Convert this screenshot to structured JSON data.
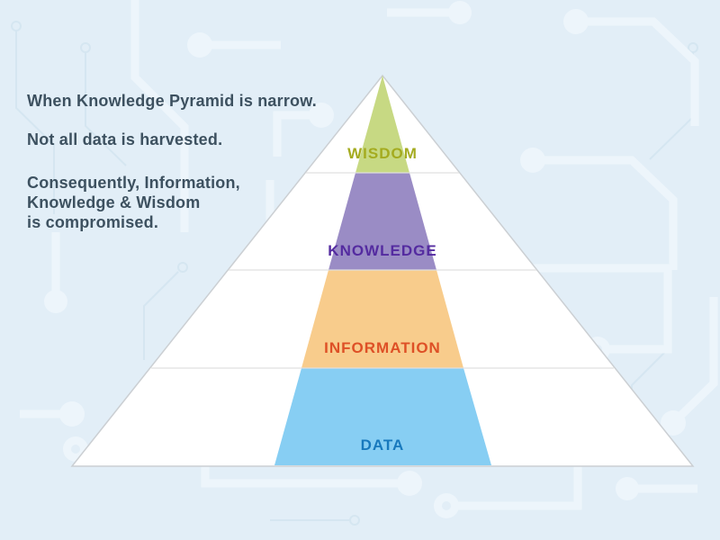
{
  "background": {
    "base_color": "#e2eef7",
    "trace_color": "#edf5fb",
    "trace_thin_color": "#d5e6f1"
  },
  "annotation": {
    "text_color": "#3d5160",
    "paragraphs": [
      "When Knowledge Pyramid is narrow.",
      "Not all data is harvested.",
      "Consequently, Information,\nKnowledge & Wisdom\nis compromised."
    ]
  },
  "pyramid": {
    "outline_fill": "#ffffff",
    "outline_stroke": "#cbcfd3",
    "divider_color": "#e0e0e0",
    "levels": [
      {
        "label": "WISDOM",
        "band_color": "#c7d983",
        "label_color": "#a4ab1f"
      },
      {
        "label": "KNOWLEDGE",
        "band_color": "#9a8cc5",
        "label_color": "#542ba0"
      },
      {
        "label": "INFORMATION",
        "band_color": "#f8cc8c",
        "label_color": "#de5026"
      },
      {
        "label": "DATA",
        "band_color": "#87cef3",
        "label_color": "#1879bd"
      }
    ]
  }
}
